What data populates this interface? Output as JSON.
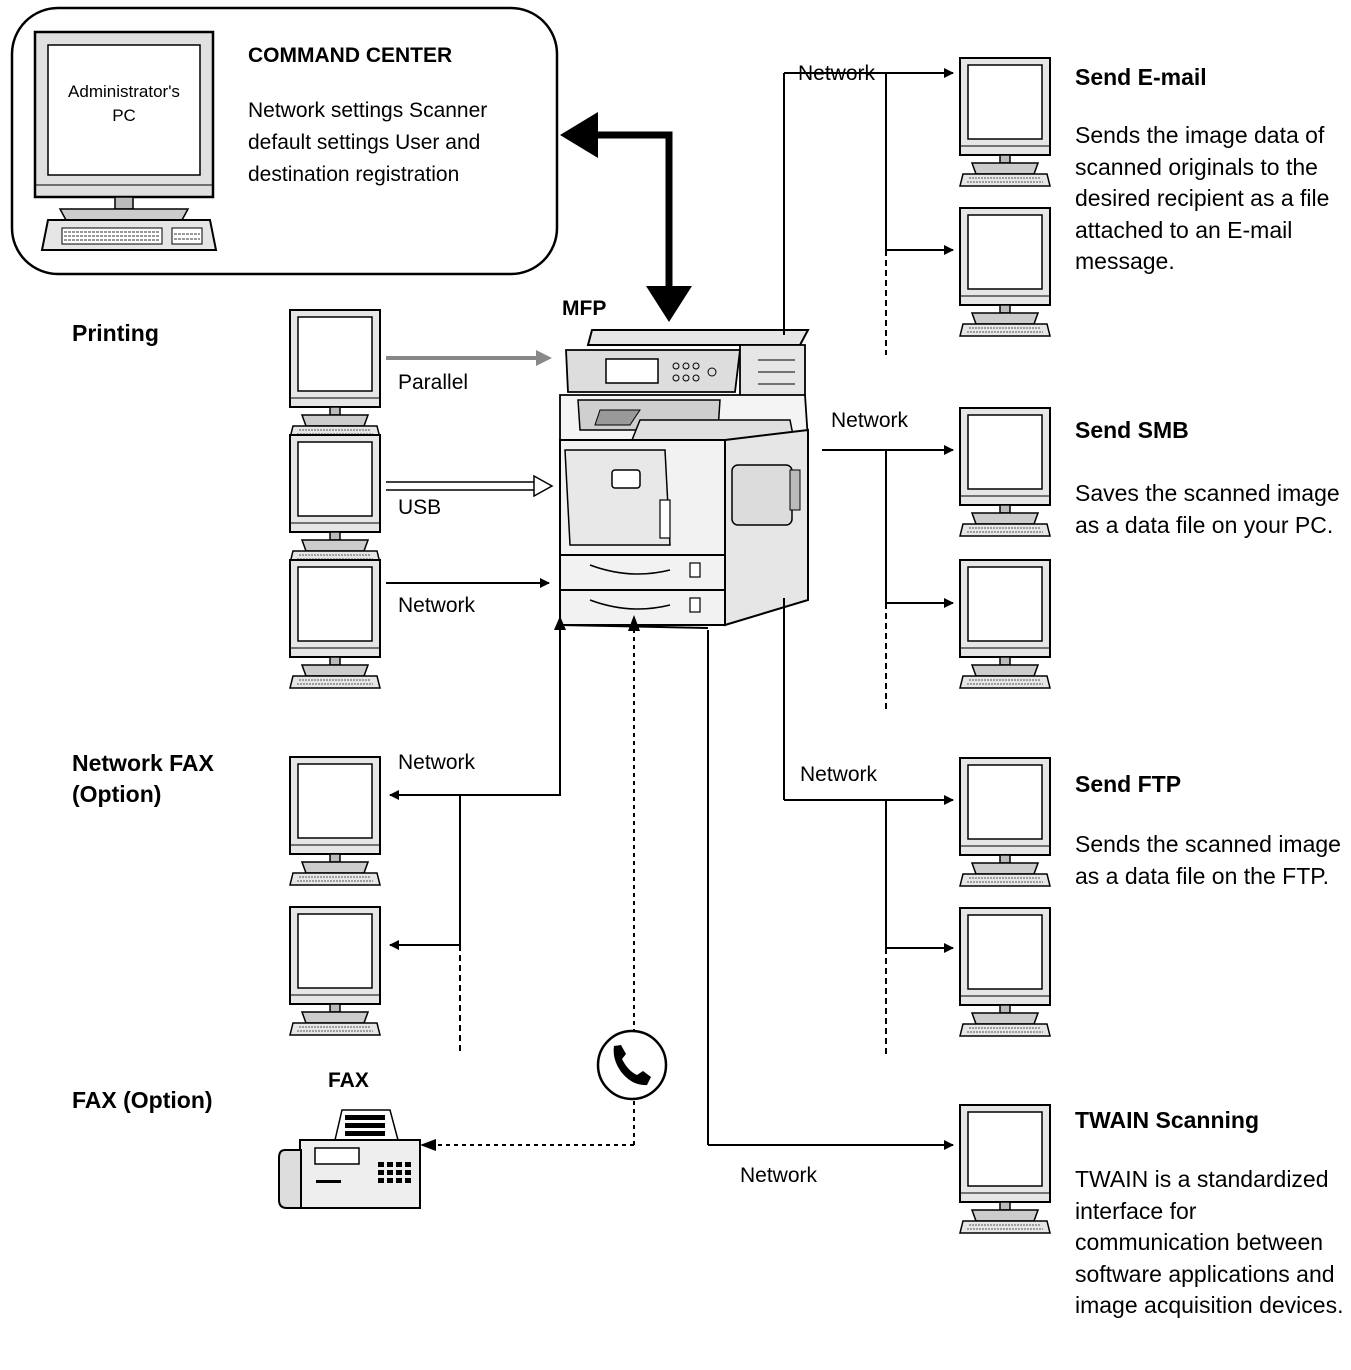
{
  "command_center": {
    "pc_label": "Administrator's PC",
    "title": "COMMAND CENTER",
    "description": "Network settings Scanner default settings User and destination registration"
  },
  "mfp_label": "MFP",
  "printing": {
    "title": "Printing",
    "connections": [
      "Parallel",
      "USB",
      "Network"
    ]
  },
  "network_fax": {
    "title_line1": "Network FAX",
    "title_line2": "(Option)",
    "connection": "Network"
  },
  "fax": {
    "title": "FAX (Option)",
    "device_label": "FAX"
  },
  "send_email": {
    "title": "Send E-mail",
    "description": "Sends the image data of scanned originals to the desired recipient as a file attached to an E-mail message.",
    "connection": "Network"
  },
  "send_smb": {
    "title": "Send SMB",
    "description": "Saves the scanned image as a data file on your PC.",
    "connection": "Network"
  },
  "send_ftp": {
    "title": "Send FTP",
    "description": "Sends the scanned image as a data file on the FTP.",
    "connection": "Network"
  },
  "twain": {
    "title": "TWAIN Scanning",
    "description": "TWAIN is a standardized interface for communication between software applications and image acquisition devices.",
    "connection": "Network"
  },
  "icons": [
    "computer-icon",
    "mfp-printer-icon",
    "fax-machine-icon",
    "telephone-icon"
  ]
}
